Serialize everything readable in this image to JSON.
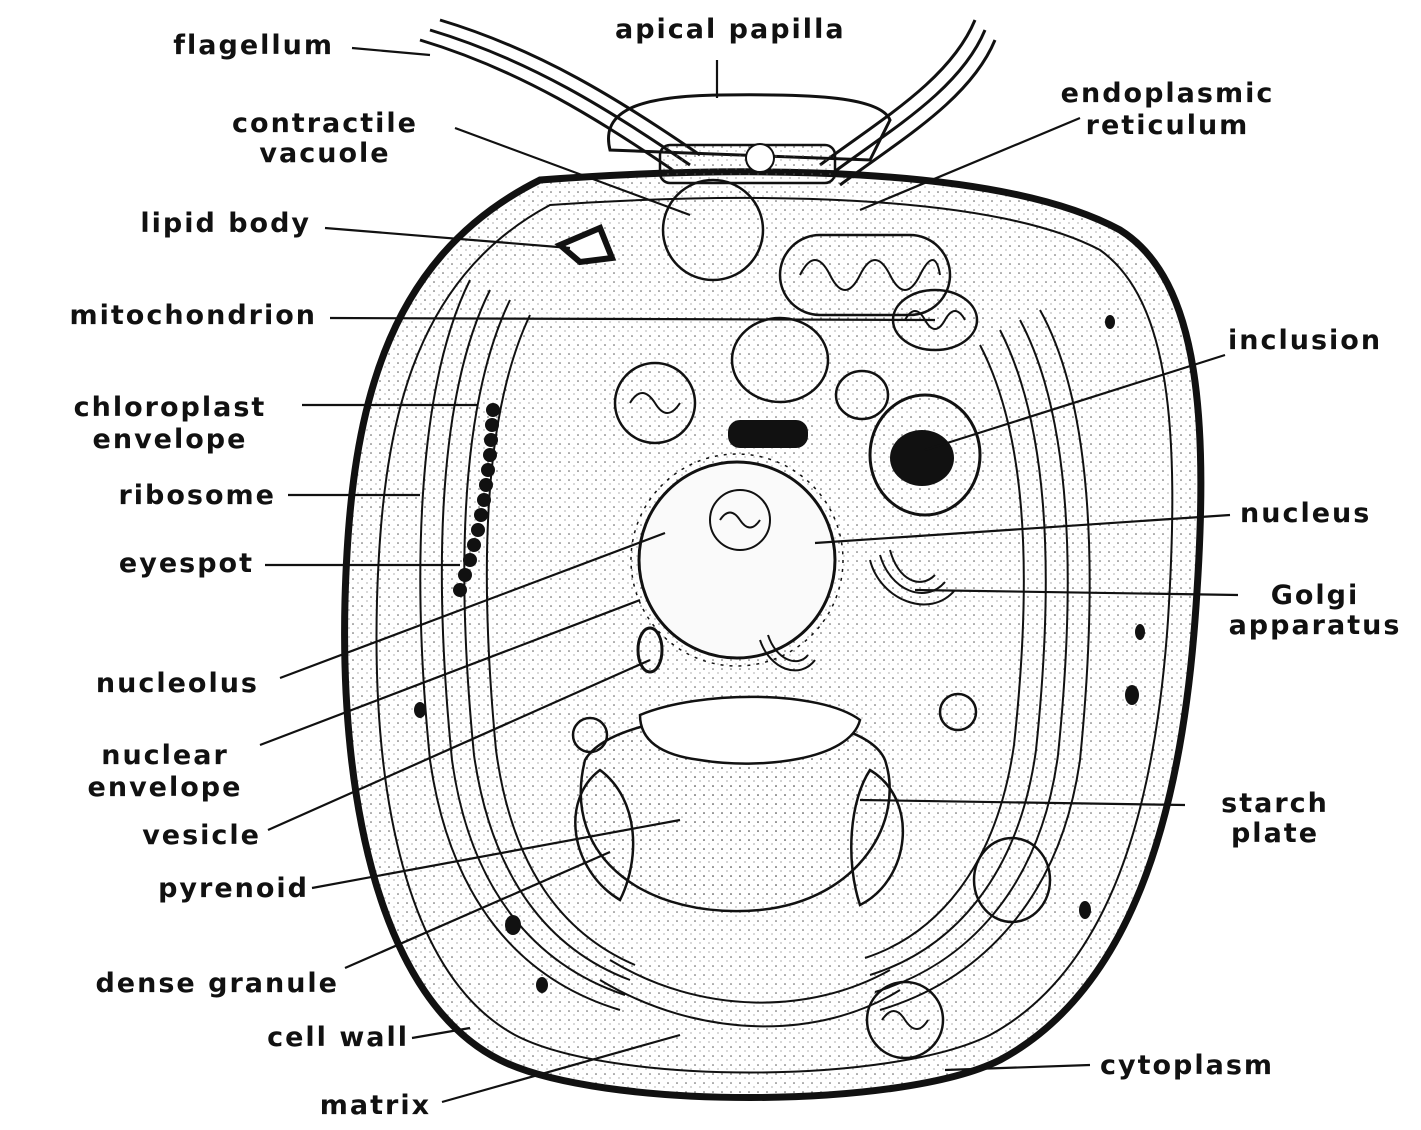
{
  "labels": {
    "flagellum": "flagellum",
    "apical_papilla": "apical papilla",
    "contractile_vacuole_1": "contractile",
    "contractile_vacuole_2": "vacuole",
    "endoplasmic_reticulum_1": "endoplasmic",
    "endoplasmic_reticulum_2": "reticulum",
    "lipid_body": "lipid body",
    "mitochondrion": "mitochondrion",
    "inclusion": "inclusion",
    "chloroplast_envelope_1": "chloroplast",
    "chloroplast_envelope_2": "envelope",
    "ribosome": "ribosome",
    "eyespot": "eyespot",
    "nucleus": "nucleus",
    "golgi_apparatus_1": "Golgi",
    "golgi_apparatus_2": "apparatus",
    "nucleolus": "nucleolus",
    "nuclear_envelope_1": "nuclear",
    "nuclear_envelope_2": "envelope",
    "starch_plate_1": "starch",
    "starch_plate_2": "plate",
    "vesicle": "vesicle",
    "pyrenoid": "pyrenoid",
    "dense_granule": "dense granule",
    "cell_wall": "cell wall",
    "cytoplasm": "cytoplasm",
    "matrix": "matrix"
  }
}
